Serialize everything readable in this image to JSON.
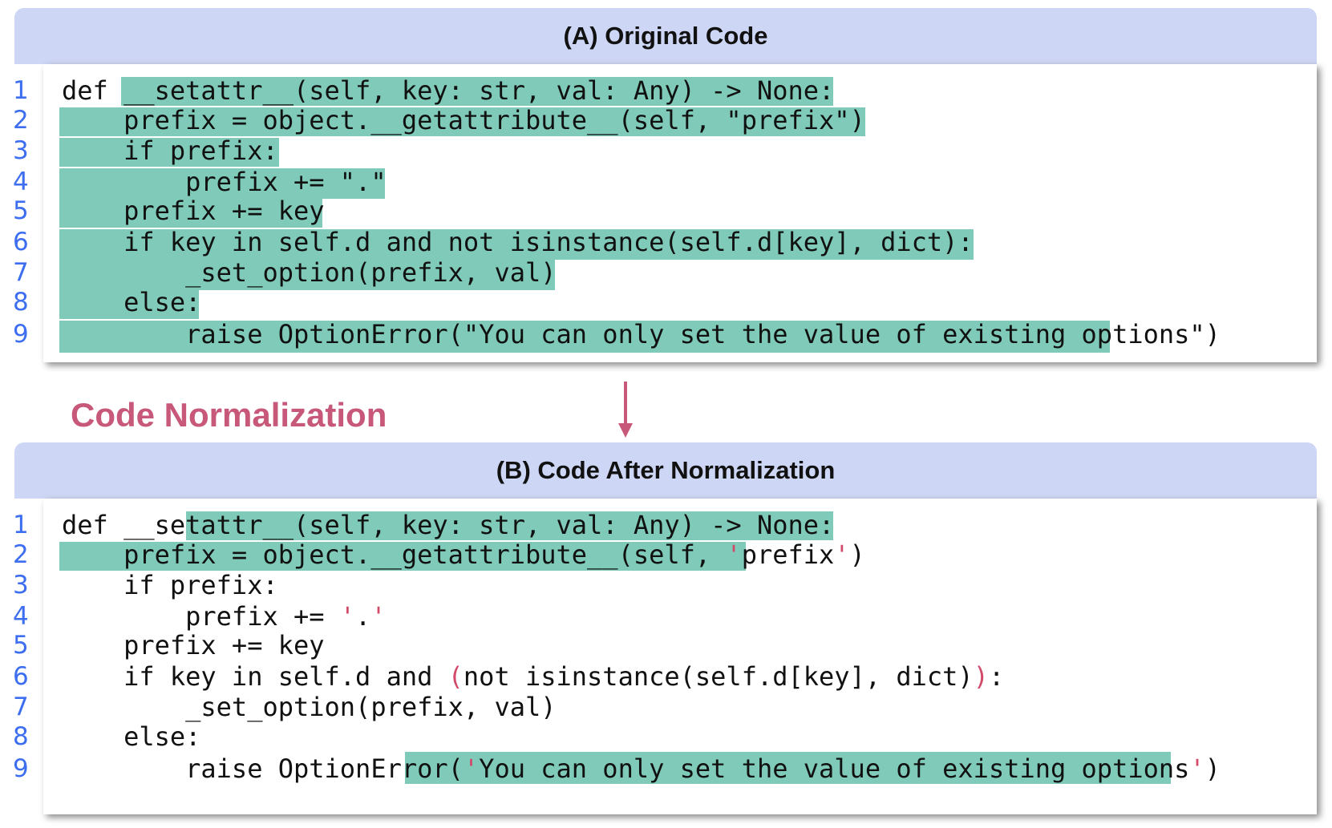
{
  "panel_a": {
    "title": "(A) Original Code",
    "lines": [
      {
        "n": "1",
        "text": "def __setattr__(self, key: str, val: Any) -> None:"
      },
      {
        "n": "2",
        "text": "    prefix = object.__getattribute__(self, \"prefix\")"
      },
      {
        "n": "3",
        "text": "    if prefix:"
      },
      {
        "n": "4",
        "text": "        prefix += \".\""
      },
      {
        "n": "5",
        "text": "    prefix += key"
      },
      {
        "n": "6",
        "text": "    if key in self.d and not isinstance(self.d[key], dict):"
      },
      {
        "n": "7",
        "text": "        _set_option(prefix, val)"
      },
      {
        "n": "8",
        "text": "    else:"
      },
      {
        "n": "9",
        "text": "        raise OptionError(\"You can only set the value of existing options\")"
      }
    ]
  },
  "transition_label": "Code Normalization",
  "panel_b": {
    "title": "(B) Code After Normalization",
    "lines": [
      {
        "n": "1",
        "text": "def __setattr__(self, key: str, val: Any) -> None:"
      },
      {
        "n": "2",
        "text": "    prefix = object.__getattribute__(self, 'prefix')"
      },
      {
        "n": "3",
        "text": "    if prefix:"
      },
      {
        "n": "4",
        "text": "        prefix += '.'"
      },
      {
        "n": "5",
        "text": "    prefix += key"
      },
      {
        "n": "6",
        "text": "    if key in self.d and (not isinstance(self.d[key], dict)):"
      },
      {
        "n": "7",
        "text": "        _set_option(prefix, val)"
      },
      {
        "n": "8",
        "text": "    else:"
      },
      {
        "n": "9",
        "text": "        raise OptionError('You can only set the value of existing options')"
      }
    ]
  },
  "colors": {
    "header_bg": "#cdd6f4",
    "highlight": "#7fcab8",
    "line_number": "#3d6ef0",
    "changed_token": "#d24a6a",
    "transition_label": "#c8587a",
    "arrow": "#c8587a"
  }
}
